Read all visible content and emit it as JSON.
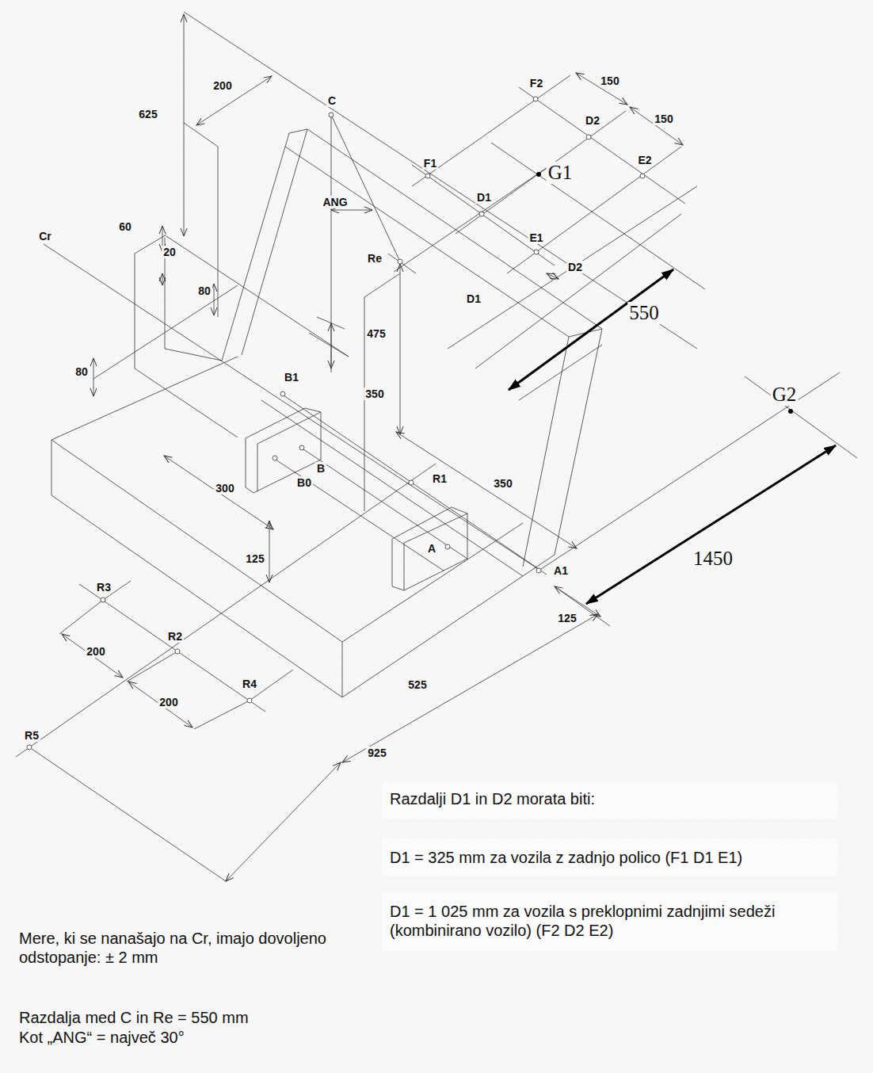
{
  "diagram": {
    "labels": [
      "200",
      "625",
      "C",
      "F2",
      "150",
      "D2",
      "150",
      "F1",
      "G1",
      "E2",
      "D1",
      "ANG",
      "60",
      "Cr",
      "20",
      "Re",
      "E1",
      "D2",
      "D1",
      "80",
      "475",
      "550",
      "80",
      "B1",
      "350",
      "B",
      "300",
      "B0",
      "R1",
      "350",
      "G2",
      "125",
      "A",
      "A1",
      "1450",
      "R3",
      "200",
      "R2",
      "125",
      "R4",
      "200",
      "525",
      "R5",
      "925",
      "Razdalji D1 in D2 morata biti:",
      "D1 = 325 mm za vozila z zadnjo polico (F1 D1 E1)",
      "D1 = 1 025 mm za vozila s preklopnimi zadnjimi sedeži (kombinirano vozilo) (F2 D2 E2)",
      "Mere, ki se nanašajo na Cr, imajo dovoljeno odstopanje: ± 2 mm",
      "Razdalja med C in Re = 550 mm",
      "Kot „ANG“ = največ 30°"
    ]
  }
}
